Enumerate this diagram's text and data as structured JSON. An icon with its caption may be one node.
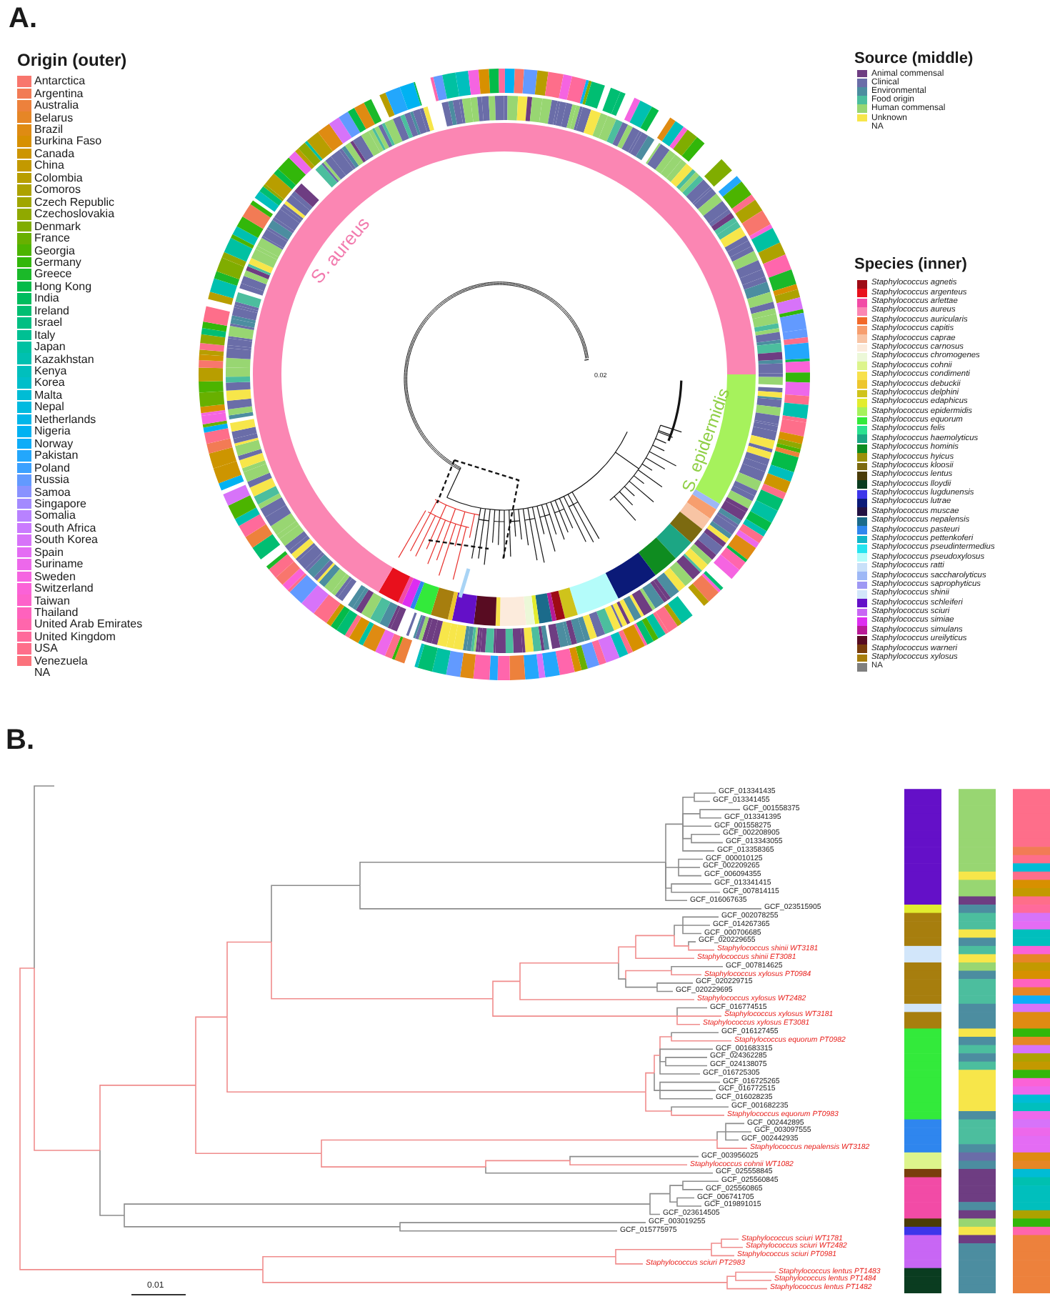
{
  "diagram": {
    "labels": [
      "A.",
      "Origin (outer)",
      "Source (middle)",
      "S. aureus",
      "Species (inner)",
      "0.02",
      "S. epidermidis",
      "B.",
      "GCF_013341435",
      "GCF_013341455",
      "GCF_001558375",
      "GCF_013341395",
      "GCF_001558275",
      "GCF_002208905",
      "GCF_013343055",
      "GCF_013358365",
      "GCF_000010125",
      "GCF_002209265",
      "GCF_006094355",
      "GCF_013341415",
      "GCF_007814115",
      "GCF_016067635",
      "GCF_023515905",
      "GCF_002078255",
      "GCF_014267365",
      "GCF_000706685",
      "GCF_020229655",
      "Staphylococcus shinii WT3181",
      "Staphylococcus shinii ET3081",
      "GCF_007814625",
      "Staphylococcus xylosus PT0984",
      "GCF_020229715",
      "GCF_020229695",
      "Staphylococcus xylosus WT2482",
      "GCF_016774515",
      "Staphylococcus xylosus WT3181",
      "Staphylococcus xylosus ET3081",
      "GCF_016127455",
      "Staphylococcus equorum PT0982",
      "GCF_001683315",
      "GCF_024362285",
      "GCF_024138075",
      "GCF_016725305",
      "GCF_016725265",
      "GCF_016772515",
      "GCF_016028235",
      "GCF_001682235",
      "Staphylococcus equorum PT0983",
      "GCF_002442895",
      "GCF_003097555",
      "GCF_002442935",
      "Staphylococcus nepalensis WT3182",
      "GCF_003956025",
      "Staphylococcus cohnii WT1082",
      "GCF_025558845",
      "GCF_025560845",
      "GCF_025560865",
      "GCF_006741705",
      "GCF_019891015",
      "GCF_023614505",
      "GCF_003019255",
      "GCF_015775975",
      "Staphylococcus sciuri WT1781",
      "Staphylococcus sciuri WT2482",
      "Staphylococcus sciuri PT0981",
      "Staphylococcus sciuri PT2983",
      "Staphylococcus lentus PT1483",
      "Staphylococcus lentus PT1484",
      "Staphylococcus lentus PT1482",
      "0.01"
    ],
    "legend": [
      {
        "text": "Antarctica",
        "color": "#f8766d"
      },
      {
        "text": "Argentina",
        "color": "#f27b55"
      },
      {
        "text": "Australia",
        "color": "#ed813c"
      },
      {
        "text": "Belarus",
        "color": "#e68626"
      },
      {
        "text": "Brazil",
        "color": "#df8b12"
      },
      {
        "text": "Burkina Faso",
        "color": "#d79000"
      },
      {
        "text": "Canada",
        "color": "#cd9500"
      },
      {
        "text": "China",
        "color": "#c39900"
      },
      {
        "text": "Colombia",
        "color": "#b89e00"
      },
      {
        "text": "Comoros",
        "color": "#ada200"
      },
      {
        "text": "Czech Republic",
        "color": "#a0a600"
      },
      {
        "text": "Czechoslovakia",
        "color": "#90a900"
      },
      {
        "text": "Denmark",
        "color": "#80ad00"
      },
      {
        "text": "France",
        "color": "#68b000"
      },
      {
        "text": "Georgia",
        "color": "#4cb400"
      },
      {
        "text": "Germany",
        "color": "#32b70a"
      },
      {
        "text": "Greece",
        "color": "#1bb929"
      },
      {
        "text": "Hong Kong",
        "color": "#04bb49"
      },
      {
        "text": "India",
        "color": "#00bc5e"
      },
      {
        "text": "Ireland",
        "color": "#00be72"
      },
      {
        "text": "Israel",
        "color": "#00bf83"
      },
      {
        "text": "Italy",
        "color": "#00c093"
      },
      {
        "text": "Japan",
        "color": "#00c1a2"
      },
      {
        "text": "Kazakhstan",
        "color": "#00c0b0"
      },
      {
        "text": "Kenya",
        "color": "#00bfbd"
      },
      {
        "text": "Korea",
        "color": "#00beca"
      },
      {
        "text": "Malta",
        "color": "#00bcd5"
      },
      {
        "text": "Nepal",
        "color": "#00bae0"
      },
      {
        "text": "Netherlands",
        "color": "#00b6e9"
      },
      {
        "text": "Nigeria",
        "color": "#00b2f2"
      },
      {
        "text": "Norway",
        "color": "#0dadf8"
      },
      {
        "text": "Pakistan",
        "color": "#23a7fc"
      },
      {
        "text": "Poland",
        "color": "#3ba1ff"
      },
      {
        "text": "Russia",
        "color": "#629aff"
      },
      {
        "text": "Samoa",
        "color": "#8992ff"
      },
      {
        "text": "Singapore",
        "color": "#a38aff"
      },
      {
        "text": "Somalia",
        "color": "#b882ff"
      },
      {
        "text": "South Africa",
        "color": "#ca7afe"
      },
      {
        "text": "South Korea",
        "color": "#d773f9"
      },
      {
        "text": "Spain",
        "color": "#e46cf4"
      },
      {
        "text": "Suriname",
        "color": "#ed68eb"
      },
      {
        "text": "Sweden",
        "color": "#f564e1"
      },
      {
        "text": "Switzerland",
        "color": "#fb62d7"
      },
      {
        "text": "Taiwan",
        "color": "#fd62ca"
      },
      {
        "text": "Thailand",
        "color": "#ff62bd"
      },
      {
        "text": "United Arab Emirates",
        "color": "#ff66ac"
      },
      {
        "text": "United Kingdom",
        "color": "#ff6a9b"
      },
      {
        "text": "USA",
        "color": "#fe6e8a"
      },
      {
        "text": "Venezuela",
        "color": "#fb727c"
      },
      {
        "text": "NA"
      },
      {
        "text": "Animal commensal",
        "color": "#6e3d82"
      },
      {
        "text": "Clinical",
        "color": "#6a6da8"
      },
      {
        "text": "Environmental",
        "color": "#4c8da0"
      },
      {
        "text": "Food origin",
        "color": "#4cbe9e"
      },
      {
        "text": "Human commensal",
        "color": "#98d672"
      },
      {
        "text": "Unknown",
        "color": "#f7e64a"
      },
      {
        "text": "NA"
      },
      {
        "text": "Staphylococcus agnetis",
        "color": "#9e0b16"
      },
      {
        "text": "Staphylococcus argenteus",
        "color": "#e8101c"
      },
      {
        "text": "Staphylococcus arlettae",
        "color": "#f24ba6"
      },
      {
        "text": "Staphylococcus aureus",
        "color": "#fb86b3"
      },
      {
        "text": "Staphylococcus auricularis",
        "color": "#f2692a"
      },
      {
        "text": "Staphylococcus capitis",
        "color": "#f79e6e"
      },
      {
        "text": "Staphylococcus caprae",
        "color": "#f8c4a4"
      },
      {
        "text": "Staphylococcus carnosus",
        "color": "#fcebdc"
      },
      {
        "text": "Staphylococcus chromogenes",
        "color": "#ecf8d8"
      },
      {
        "text": "Staphylococcus cohnii",
        "color": "#ddf48c"
      },
      {
        "text": "Staphylococcus condimenti",
        "color": "#f7e14b"
      },
      {
        "text": "Staphylococcus debuckii",
        "color": "#edc62e"
      },
      {
        "text": "Staphylococcus delphini",
        "color": "#cfc31b"
      },
      {
        "text": "Staphylococcus edaphicus",
        "color": "#e2ec2e"
      },
      {
        "text": "Staphylococcus epidermidis",
        "color": "#a6f25c"
      },
      {
        "text": "Staphylococcus equorum",
        "color": "#33ea3b"
      },
      {
        "text": "Staphylococcus felis",
        "color": "#2be28f"
      },
      {
        "text": "Staphylococcus haemolyticus",
        "color": "#1ca684"
      },
      {
        "text": "Staphylococcus hominis",
        "color": "#0f8c20"
      },
      {
        "text": "Staphylococcus hyicus",
        "color": "#9b9008"
      },
      {
        "text": "Staphylococcus kloosii",
        "color": "#7c6a10"
      },
      {
        "text": "Staphylococcus lentus",
        "color": "#4a3c08"
      },
      {
        "text": "Staphylococcus lloydii",
        "color": "#0a3c20"
      },
      {
        "text": "Staphylococcus lugdunensis",
        "color": "#3c36ea"
      },
      {
        "text": "Staphylococcus lutrae",
        "color": "#0b1a78"
      },
      {
        "text": "Staphylococcus muscae",
        "color": "#231142"
      },
      {
        "text": "Staphylococcus nepalensis",
        "color": "#1b6b8b"
      },
      {
        "text": "Staphylococcus pasteuri",
        "color": "#2f86ee"
      },
      {
        "text": "Staphylococcus pettenkoferi",
        "color": "#10b6ca"
      },
      {
        "text": "Staphylococcus pseudintermedius",
        "color": "#26e4f0"
      },
      {
        "text": "Staphylococcus pseudoxylosus",
        "color": "#b4fcfa"
      },
      {
        "text": "Staphylococcus ratti",
        "color": "#c9e0f9"
      },
      {
        "text": "Staphylococcus saccharolyticus",
        "color": "#9eb8f6"
      },
      {
        "text": "Staphylococcus saprophyticus",
        "color": "#9e98f4"
      },
      {
        "text": "Staphylococcus shinii",
        "color": "#d2e6fa"
      },
      {
        "text": "Staphylococcus schleiferi",
        "color": "#6410c8"
      },
      {
        "text": "Staphylococcus sciuri",
        "color": "#c866f4"
      },
      {
        "text": "Staphylococcus simiae",
        "color": "#dd2ef0"
      },
      {
        "text": "Staphylococcus simulans",
        "color": "#b81a96"
      },
      {
        "text": "Staphylococcus ureilyticus",
        "color": "#580c22"
      },
      {
        "text": "Staphylococcus warneri",
        "color": "#7a3e0c"
      },
      {
        "text": "Staphylococcus xylosus",
        "color": "#a77e0e"
      },
      {
        "text": "NA",
        "color": "#7f7f7f"
      }
    ]
  }
}
